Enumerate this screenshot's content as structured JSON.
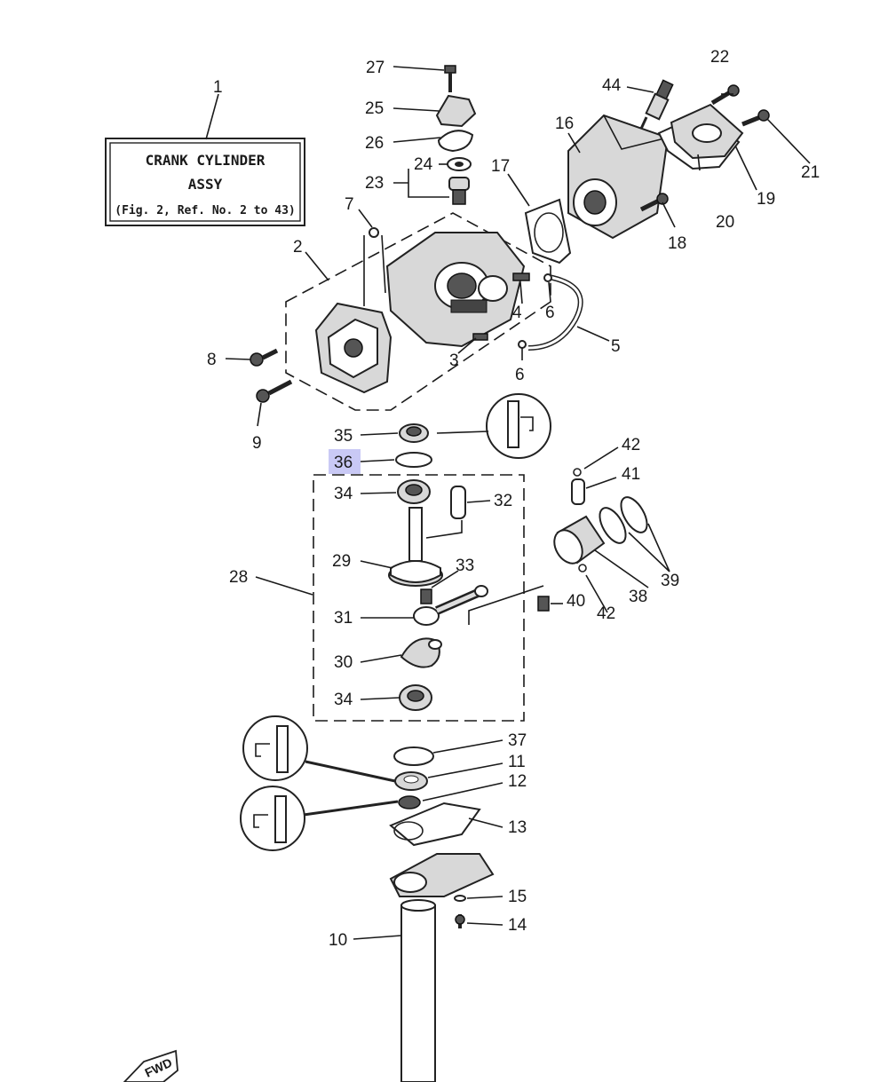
{
  "title_box": {
    "ref": "1",
    "line1": "CRANK CYLINDER",
    "line2": "ASSY",
    "line3": "(Fig. 2, Ref. No. 2 to 43)"
  },
  "highlight_color": "#c9c9f5",
  "labels": {
    "p2": "2",
    "p3": "3",
    "p4": "4",
    "p5": "5",
    "p6a": "6",
    "p6b": "6",
    "p7": "7",
    "p8": "8",
    "p9": "9",
    "p10": "10",
    "p11": "11",
    "p12": "12",
    "p13": "13",
    "p14": "14",
    "p15": "15",
    "p16": "16",
    "p17": "17",
    "p18": "18",
    "p19": "19",
    "p20": "20",
    "p21": "21",
    "p22": "22",
    "p23": "23",
    "p24": "24",
    "p25": "25",
    "p26": "26",
    "p27": "27",
    "p28": "28",
    "p29": "29",
    "p30": "30",
    "p31": "31",
    "p32": "32",
    "p33": "33",
    "p34a": "34",
    "p34b": "34",
    "p35": "35",
    "p36": "36",
    "p37": "37",
    "p38": "38",
    "p39": "39",
    "p40": "40",
    "p41": "41",
    "p42a": "42",
    "p42b": "42",
    "p44": "44"
  },
  "fwd_mark": "FWD"
}
